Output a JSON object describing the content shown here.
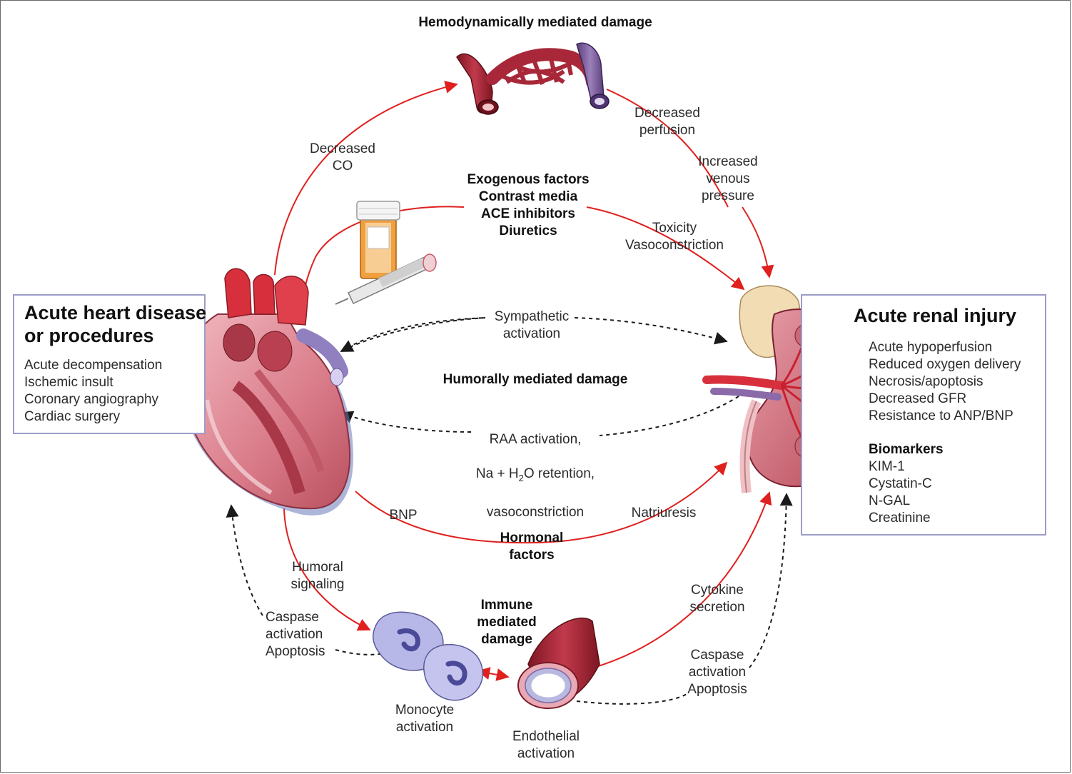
{
  "top_title": "Hemodynamically mediated damage",
  "left_box": {
    "title": "Acute heart disease\nor procedures",
    "items": [
      "Acute decompensation",
      "Ischemic insult",
      "Coronary angiography",
      "Cardiac surgery"
    ]
  },
  "right_box": {
    "title": "Acute renal injury",
    "items": [
      "Acute hypoperfusion",
      "Reduced oxygen delivery",
      "Necrosis/apoptosis",
      "Decreased GFR",
      "Resistance to ANP/BNP"
    ],
    "biomarkers_title": "Biomarkers",
    "biomarkers": [
      "KIM-1",
      "Cystatin-C",
      "N-GAL",
      "Creatinine"
    ]
  },
  "labels": {
    "decreased_co": "Decreased\nCO",
    "decreased_perfusion": "Decreased\nperfusion",
    "increased_venous_pressure": "Increased\nvenous\npressure",
    "exogenous_factors": "Exogenous factors\nContrast media\nACE inhibitors\nDiuretics",
    "toxicity": "Toxicity\nVasoconstriction",
    "sympathetic": "Sympathetic\nactivation",
    "humorally_mediated": "Humorally mediated damage",
    "raa_line1": "RAA activation,",
    "raa_line2_pre": "Na + H",
    "raa_line2_sub": "2",
    "raa_line2_post": "O retention,",
    "raa_line3": "vasoconstriction",
    "bnp": "BNP",
    "hormonal_factors": "Hormonal\nfactors",
    "natriuresis": "Natriuresis",
    "humoral_signaling": "Humoral\nsignaling",
    "caspase_left": "Caspase\nactivation\nApoptosis",
    "immune_mediated": "Immune\nmediated\ndamage",
    "cytokine": "Cytokine\nsecretion",
    "caspase_right": "Caspase\nactivation\nApoptosis",
    "monocyte": "Monocyte\nactivation",
    "endothelial": "Endothelial\nactivation"
  },
  "colors": {
    "arrow_red": "#e0201e",
    "arrow_black": "#1a1a1a",
    "box_border": "#9c9cc8",
    "heart_red": "#d7303c",
    "heart_pink": "#e9a0a8",
    "kidney_red": "#c84a5a",
    "vessel_red": "#a8283a",
    "vein_purple": "#8a6aa8",
    "cell_lilac": "#b8b8e8"
  },
  "icons": [
    "heart-illustration",
    "kidney-illustration",
    "blood-vessel-illustration",
    "medicine-bottle-icon",
    "syringe-icon",
    "monocyte-cells-icon",
    "endothelial-vessel-icon"
  ]
}
